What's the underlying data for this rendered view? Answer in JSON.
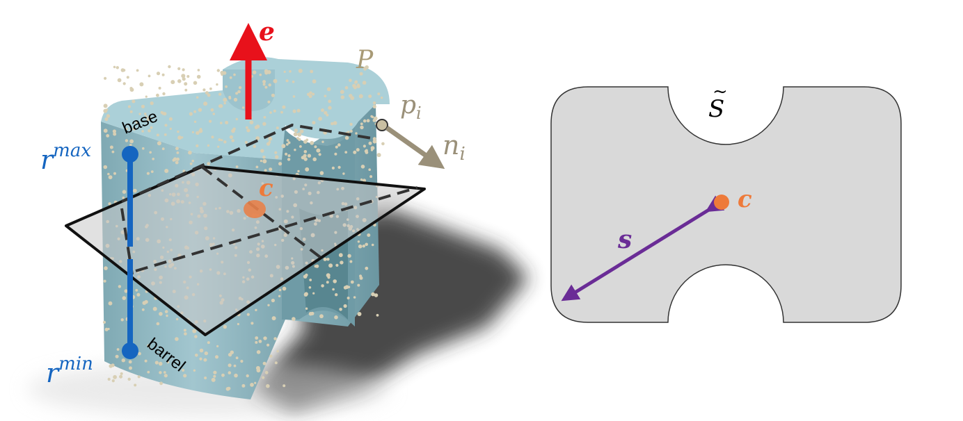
{
  "left_figure": {
    "labels": {
      "e": "e",
      "P": "P",
      "p_i": "p",
      "p_i_sub": "i",
      "n_i": "n",
      "n_i_sub": "i",
      "c": "c",
      "base": "base",
      "barrel": "barrel",
      "r_max": "r",
      "r_max_sup": "max",
      "r_min": "r",
      "r_min_sup": "min"
    }
  },
  "right_figure": {
    "labels": {
      "S_tilde": "S",
      "tilde": "~",
      "c": "c",
      "s": "s"
    }
  },
  "colors": {
    "object_body": "#9cc3cd",
    "object_top": "#aed0d8",
    "object_dark": "#6f9ba6",
    "points": "#d8cfb4",
    "shadow": "#2a2a2a",
    "plane_fill": "#c8c8c8",
    "plane_edge": "#111111",
    "e_arrow": "#e8111b",
    "normal_arrow": "#9a9079",
    "radius_axis": "#1565c0",
    "center": "#ee7a3a",
    "s_arrow": "#6a2c96",
    "shape_fill": "#d9d9d9",
    "shape_edge": "#333333"
  }
}
